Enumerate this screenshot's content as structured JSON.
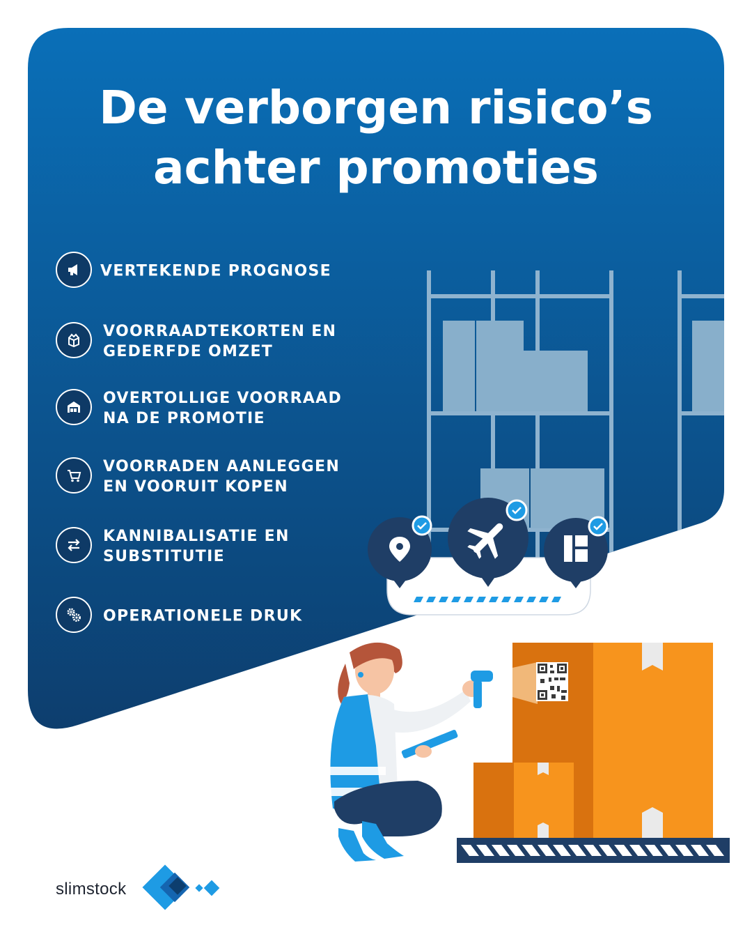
{
  "title": {
    "line1": "De verborgen risico’s",
    "line2": "achter promoties"
  },
  "risks": [
    {
      "label": "VERTEKENDE PROGNOSE",
      "icon": "megaphone-icon"
    },
    {
      "label": "VOORRAADTEKORTEN EN\nGEDERFDE OMZET",
      "icon": "open-box-icon"
    },
    {
      "label": "OVERTOLLIGE VOORRAAD\nNA DE PROMOTIE",
      "icon": "warehouse-icon"
    },
    {
      "label": "VOORRADEN AANLEGGEN\nEN VOORUIT KOPEN",
      "icon": "shopping-cart-icon"
    },
    {
      "label": "KANNIBALISATIE EN\nSUBSTITUTIE",
      "icon": "swap-arrows-icon"
    },
    {
      "label": "OPERATIONELE DRUK",
      "icon": "gears-icon"
    }
  ],
  "brand": {
    "name": "slimstock"
  },
  "colors": {
    "panel_top": "#0a6fb8",
    "panel_bottom": "#0d3e6e",
    "icon_circle": "#0e3a66",
    "accent_blue": "#1e9be4",
    "box_orange": "#f7941d",
    "box_dark_orange": "#d9720f",
    "shelf": "#8fb3cf"
  }
}
